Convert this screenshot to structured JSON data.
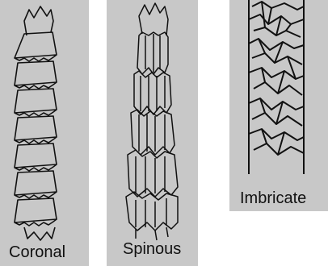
{
  "panels": [
    {
      "label": "Coronal"
    },
    {
      "label": "Spinous"
    },
    {
      "label": "Imbricate"
    }
  ]
}
